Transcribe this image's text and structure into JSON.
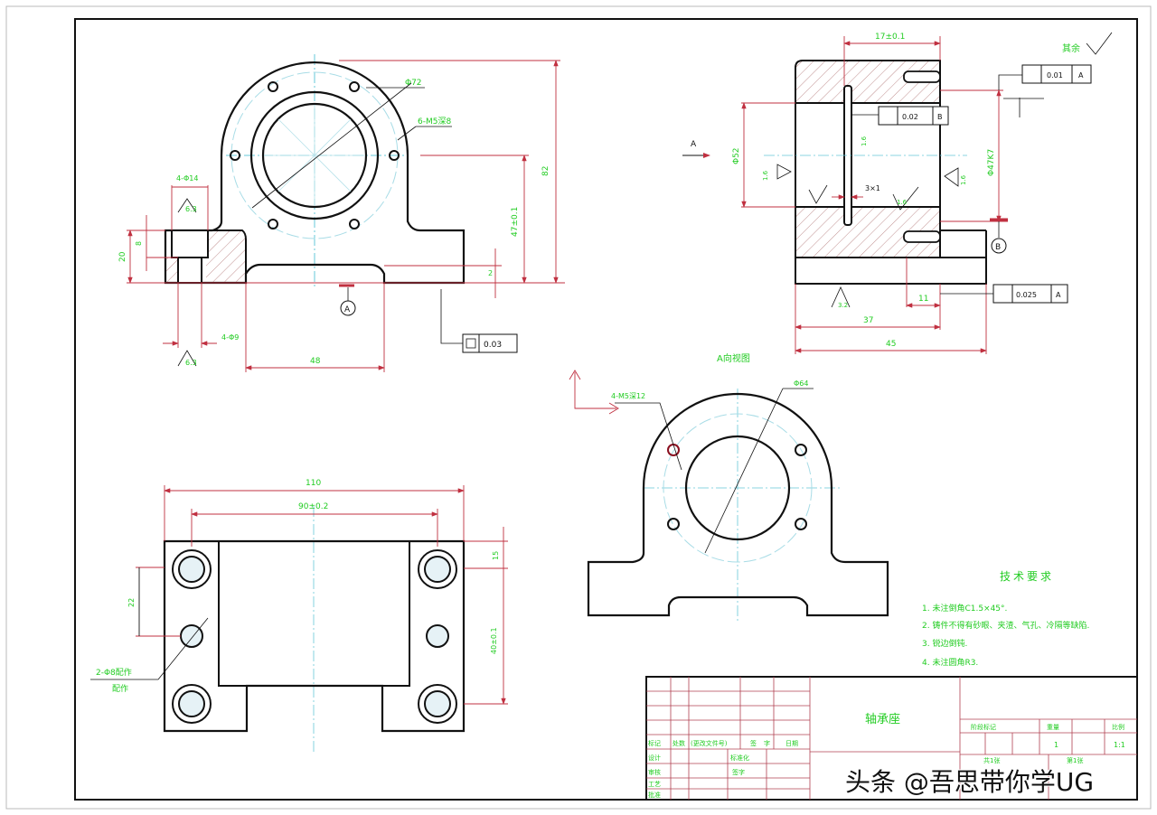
{
  "drawing": {
    "title": "轴承座",
    "section_view_label": "A向视图",
    "section_arrow_label": "A",
    "roughness_note": "其余",
    "datum_a": "A",
    "datum_b": "B",
    "front_view": {
      "dim_height_total": "82",
      "dim_center_height": "47±0.1",
      "dim_base_height": "20",
      "dim_counterbore_depth": "8",
      "dim_counterbore_dia": "4-Φ14",
      "dim_hole_dia": "4-Φ9",
      "dim_slot_width": "48",
      "dim_small": "2",
      "dim_outer_dia": "Φ72",
      "thread_callout": "6-M5深8",
      "roughness_1": "6.3",
      "roughness_2": "6.3",
      "flatness_value": "0.03"
    },
    "side_view": {
      "dim_top": "17±0.1",
      "dim_bore": "Φ52",
      "dim_bore_fit": "Φ47K7",
      "dim_groove": "3×1",
      "dim_11": "11",
      "dim_37": "37",
      "dim_45": "45",
      "roughness_a": "1.6",
      "roughness_b": "1.6",
      "roughness_c": "1.6",
      "roughness_d": "3.2",
      "roughness_e": "1.6",
      "parallel_tol": "0.01",
      "perp_tol_1": "0.02",
      "perp_tol_2": "0.025"
    },
    "top_view": {
      "dim_width": "110",
      "dim_hole_span": "90±0.2",
      "dim_15": "15",
      "dim_22": "22",
      "dim_pitch": "40±0.1",
      "pin_callout": "2-Φ8配作",
      "pin_callout_2": "配作"
    },
    "a_view": {
      "dia_label": "Φ64",
      "hole_label": "4-M5深12"
    },
    "tech_requirements": {
      "heading": "技术要求",
      "items": [
        "1. 未注倒角C1.5×45°.",
        "2. 铸件不得有砂眼、夹渣、气孔、冷隔等缺陷.",
        "3. 锐边倒钝.",
        "4. 未注圆角R3."
      ]
    },
    "title_block": {
      "headers": [
        "标记",
        "处数",
        "(更改文件号)",
        "签",
        "字",
        "日期"
      ],
      "rows": [
        "设计",
        "审核",
        "工艺",
        "批准"
      ],
      "sub_labels": [
        "标准化",
        "签字"
      ],
      "right_headers": [
        "阶段标记",
        "重量",
        "比例"
      ],
      "scale": "1:1",
      "qty": "1",
      "sheet_info": [
        "共1张",
        "第1张"
      ]
    }
  },
  "colors": {
    "line": "#111111",
    "dimension": "#c03040",
    "text": "#22cc22",
    "center": "#66c8d8",
    "hatch": "#c08080"
  },
  "watermark": "头条 @吾思带你学UG"
}
